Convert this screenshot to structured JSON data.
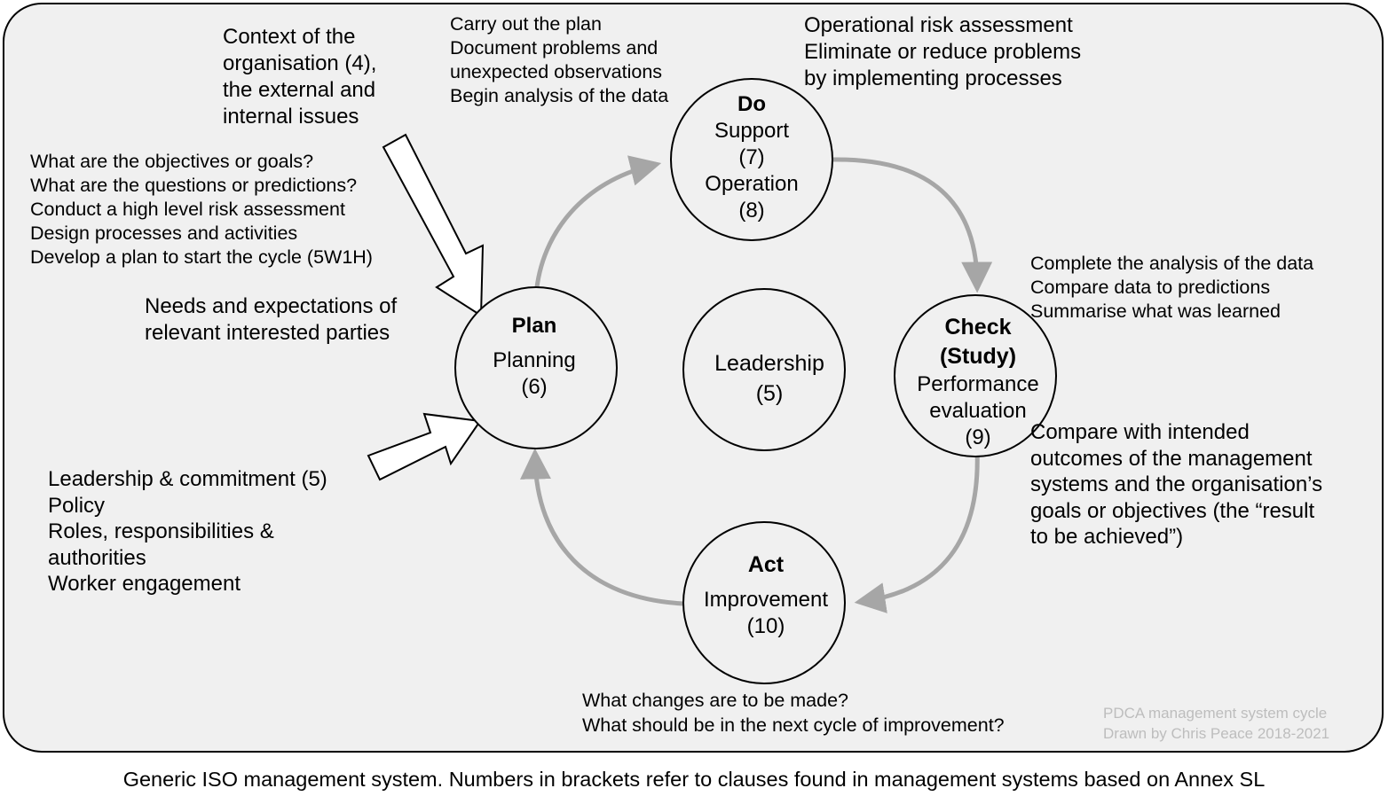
{
  "nodes": {
    "do": {
      "title": "Do",
      "lines": [
        "Support",
        "(7)",
        "Operation",
        "(8)"
      ]
    },
    "plan": {
      "title": "Plan",
      "lines": [
        "Planning",
        "(6)"
      ]
    },
    "leadership": {
      "title": "",
      "lines": [
        "Leadership",
        "(5)"
      ]
    },
    "check": {
      "title_lines": [
        "Check",
        "(Study)"
      ],
      "lines": [
        "Performance",
        "evaluation",
        "(9)"
      ]
    },
    "act": {
      "title": "Act",
      "lines": [
        "Improvement",
        "(10)"
      ]
    }
  },
  "annotations": {
    "context": [
      "Context of the",
      "organisation (4),",
      "the external and",
      "internal issues"
    ],
    "do_tasks": [
      "Carry out the plan",
      "Document problems and",
      "unexpected observations",
      "Begin analysis of the data"
    ],
    "operational": [
      "Operational risk assessment",
      "Eliminate or reduce problems",
      "by implementing processes"
    ],
    "plan_questions": [
      "What are the objectives or goals?",
      "What are the questions or predictions?",
      "Conduct a high level risk assessment",
      "Design processes and activities",
      "Develop a plan to start the cycle (5W1H)"
    ],
    "needs": [
      "Needs and expectations of",
      "relevant interested parties"
    ],
    "check_tasks": [
      "Complete the analysis of the data",
      "Compare data to predictions",
      "Summarise what was learned"
    ],
    "compare": [
      "Compare with intended",
      "outcomes of the management",
      "systems and the organisation’s",
      "goals or objectives (the “result",
      "to be achieved”)"
    ],
    "leadership_inputs": [
      "Leadership & commitment (5)",
      "Policy",
      "Roles, responsibilities &",
      "authorities",
      "Worker engagement"
    ],
    "act_questions": [
      "What changes are to be made?",
      "What should be in the next cycle of improvement?"
    ]
  },
  "credit": [
    "PDCA management system cycle",
    "Drawn by Chris Peace 2018-2021"
  ],
  "caption": "Generic ISO management system. Numbers in brackets refer to clauses found in management systems based on Annex SL",
  "colors": {
    "panel": "#f0f0f0",
    "cycle_arrow": "#a6a6a6",
    "credit_text": "#bdbdbd"
  }
}
